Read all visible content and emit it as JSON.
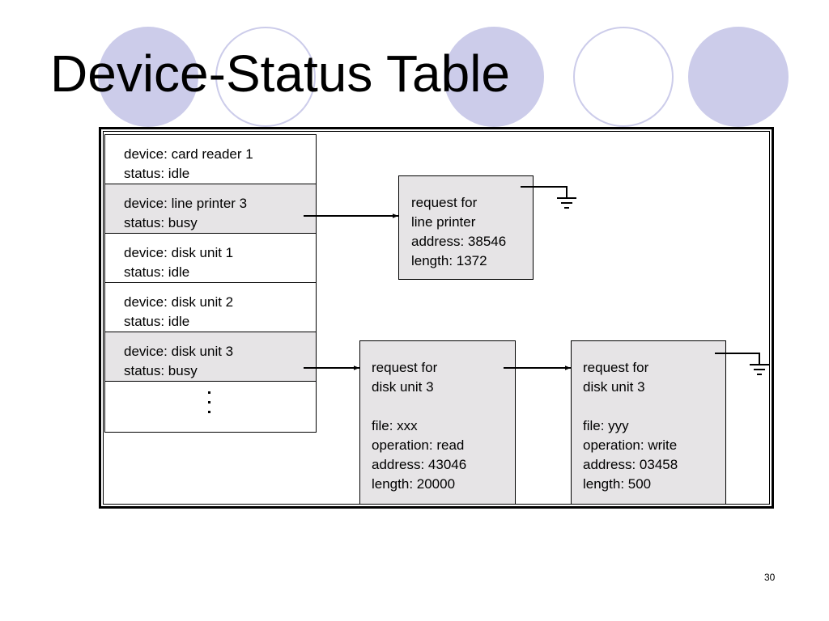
{
  "slide": {
    "title": "Device-Status Table",
    "page_number": "30"
  },
  "device_table": {
    "rows": [
      {
        "device": "device: card reader 1",
        "status": "status: idle"
      },
      {
        "device": "device: line printer 3",
        "status": "status: busy"
      },
      {
        "device": "device: disk unit 1",
        "status": "status: idle"
      },
      {
        "device": "device: disk unit 2",
        "status": "status: idle"
      },
      {
        "device": "device: disk unit 3",
        "status": "status: busy"
      }
    ]
  },
  "requests": {
    "line_printer": {
      "l1": "request for",
      "l2": "line printer",
      "l3": "address: 38546",
      "l4": "length: 1372"
    },
    "disk_unit_3_first": {
      "l1": "request for",
      "l2": "disk unit 3",
      "l3": "file: xxx",
      "l4": "operation: read",
      "l5": "address: 43046",
      "l6": "length: 20000"
    },
    "disk_unit_3_second": {
      "l1": "request for",
      "l2": "disk unit 3",
      "l3": "file: yyy",
      "l4": "operation: write",
      "l5": "address: 03458",
      "l6": "length: 500"
    }
  },
  "colors": {
    "decoration_circles": "#ccccea",
    "busy_fill": "#e6e4e6",
    "request_fill": "#e6e4e6"
  }
}
